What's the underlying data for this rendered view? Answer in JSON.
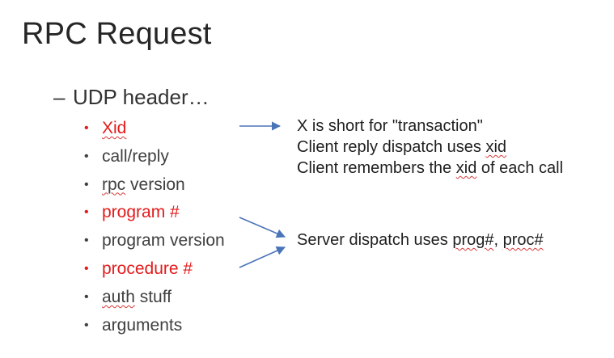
{
  "slide": {
    "title": "RPC Request",
    "subheading": {
      "dash": "–",
      "text": "UDP header…"
    },
    "bullets": [
      {
        "text": "Xid",
        "highlight": true,
        "spellcheck": true
      },
      {
        "text": "call/reply",
        "highlight": false,
        "spellcheck": false
      },
      {
        "text_parts": [
          "rpc",
          " version"
        ],
        "highlight": false,
        "spellcheck_part": 0
      },
      {
        "text": "program #",
        "highlight": true,
        "spellcheck": false
      },
      {
        "text": "program version",
        "highlight": false,
        "spellcheck": false
      },
      {
        "text": "procedure #",
        "highlight": true,
        "spellcheck": false
      },
      {
        "text_parts": [
          "auth",
          " stuff"
        ],
        "highlight": false,
        "spellcheck_part": 0
      },
      {
        "text": "arguments",
        "highlight": false,
        "spellcheck": false
      }
    ],
    "bullet_glyph": "•",
    "notes": {
      "xid_line1": "X is short for \"transaction\"",
      "xid_line2_a": "Client reply dispatch uses ",
      "xid_line2_b": "xid",
      "xid_line3_a": "Client remembers the ",
      "xid_line3_b": "xid",
      "xid_line3_c": " of each call",
      "dispatch_a": "Server dispatch uses ",
      "dispatch_b": "prog#",
      "dispatch_c": ", ",
      "dispatch_d": "proc#"
    },
    "colors": {
      "highlight_red": "#e31b1b",
      "arrow_blue": "#4a74b8",
      "spellcheck_red": "#d83a3a"
    }
  }
}
